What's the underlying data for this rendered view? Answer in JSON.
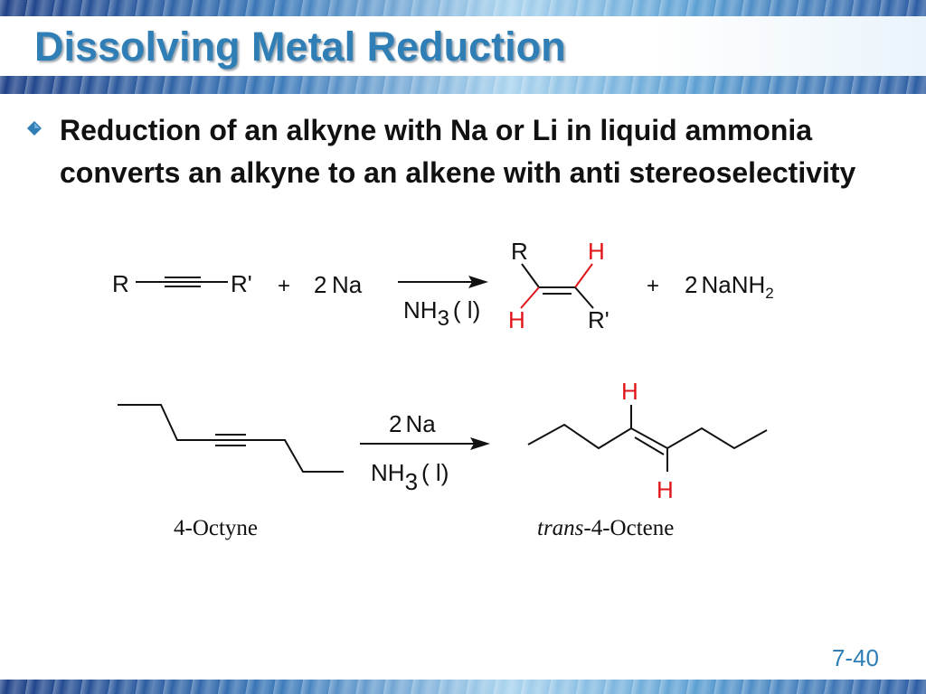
{
  "title": "Dissolving Metal Reduction",
  "bullet": {
    "text": "Reduction of an alkyne with Na or Li in liquid ammonia converts an alkyne to an alkene with anti stereoselectivity"
  },
  "general_reaction": {
    "reactant_left": "R",
    "reactant_right": "R'",
    "plus_1": "+",
    "reagent_coef": "2",
    "reagent": "Na",
    "cond_nh": "NH",
    "cond_sub": "3",
    "cond_phase": "( l)",
    "product_top_left": "R",
    "product_top_right": "H",
    "product_bottom_left": "H",
    "product_bottom_right": "R'",
    "plus_2": "+",
    "byproduct_coef": "2",
    "byproduct": "NaNH",
    "byproduct_sub": "2"
  },
  "example_reaction": {
    "above_arrow_coef": "2",
    "above_arrow": "Na",
    "cond_nh": "NH",
    "cond_sub": "3",
    "cond_phase": "( l)",
    "product_h_top": "H",
    "product_h_bottom": "H",
    "reactant_name": "4-Octyne",
    "product_name_prefix": "trans",
    "product_name_rest": "-4-Octene"
  },
  "page_number": "7-40",
  "colors": {
    "title": "#2f7fb6",
    "hydrogen_red": "#e0151a",
    "bullet": "#2f7fb6"
  }
}
